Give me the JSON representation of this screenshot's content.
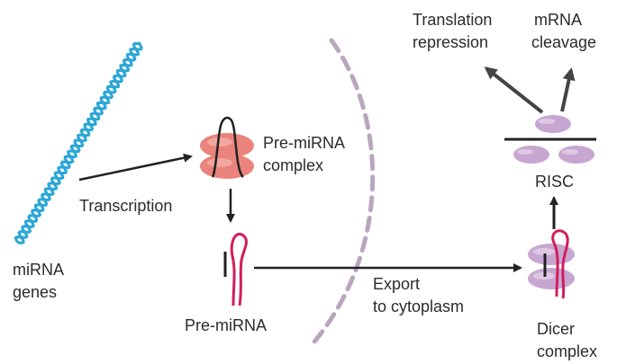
{
  "labels": {
    "mirna_genes_1": "miRNA",
    "mirna_genes_2": "genes",
    "transcription": "Transcription",
    "pre_complex_1": "Pre-miRNA",
    "pre_complex_2": "complex",
    "pre_mirna": "Pre-miRNA",
    "export_1": "Export",
    "export_2": "to cytoplasm",
    "dicer_1": "Dicer",
    "dicer_2": "complex",
    "risc": "RISC",
    "translation_1": "Translation",
    "translation_2": "repression",
    "cleavage_1": "mRNA",
    "cleavage_2": "cleavage"
  },
  "colors": {
    "dna": "#2aa6d6",
    "rna": "#d21e5a",
    "complex": "#e9837c",
    "risc_protein": "#c7a6d2",
    "membrane": "#b9a6bd",
    "arrow": "#222222"
  }
}
